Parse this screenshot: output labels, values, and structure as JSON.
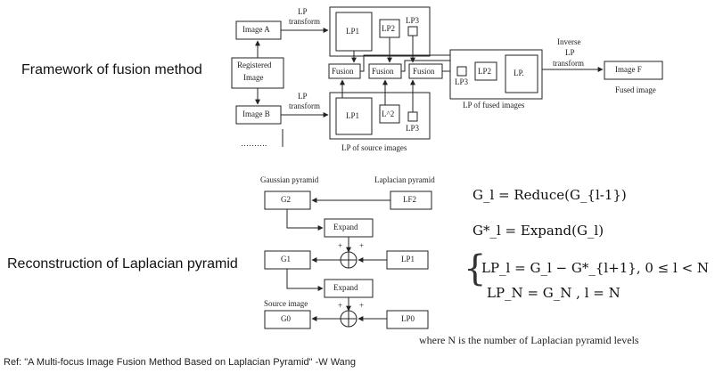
{
  "headings": {
    "framework": "Framework of fusion method",
    "reconstruction": "Reconstruction of Laplacian pyramid"
  },
  "fusion_diagram": {
    "image_a": "Image A",
    "image_b": "Image B",
    "registered_line1": "Registered",
    "registered_line2": "Image",
    "dots": "……….",
    "lp_transform_top_line1": "LP",
    "lp_transform_top_line2": "transform",
    "lp_transform_bottom_line1": "LP",
    "lp_transform_bottom_line2": "transform",
    "top_lp1": "LP1",
    "top_lp2": "LP2",
    "top_lp3": "LP3",
    "fusion_1": "Fusion",
    "fusion_2": "Fusion",
    "fusion_3": "Fusion",
    "bottom_lp1": "LP1",
    "bottom_lp2": "L^2",
    "bottom_lp3": "LP3",
    "source_caption": "LP of source images",
    "fused_lp3": "LP3",
    "fused_lp2": "LP2",
    "fused_lp1": "LP.",
    "fused_caption": "LP of fused images",
    "inverse_line1": "Inverse",
    "inverse_line2": "LP",
    "inverse_line3": "transform",
    "image_f": "Image F",
    "fused_image": "Fused image"
  },
  "laplacian_diagram": {
    "gaussian_title": "Gaussian pyramid",
    "laplacian_title": "Laplacian pyramid",
    "g2": "G2",
    "lf2": "LF2",
    "expand_1": "Expand",
    "plus_1a": "+",
    "plus_1b": "+",
    "g1": "G1",
    "lp1": "LP1",
    "expand_2": "Expand",
    "source_image": "Source image",
    "plus_2a": "+",
    "plus_2b": "+",
    "g0": "G0",
    "lp0": "LP0"
  },
  "equations": {
    "reduce": "G_l = Reduce(G_{l-1})",
    "expand": "G*_l = Expand(G_l)",
    "lp_general": "LP_l = G_l − G*_{l+1},  0 ≤ l < N",
    "lp_top": "LP_N = G_N ,      l = N"
  },
  "where_note": "where N is the number of Laplacian pyramid levels",
  "reference": "Ref: \"A Multi-focus Image Fusion Method Based on Laplacian Pyramid\" -W Wang"
}
